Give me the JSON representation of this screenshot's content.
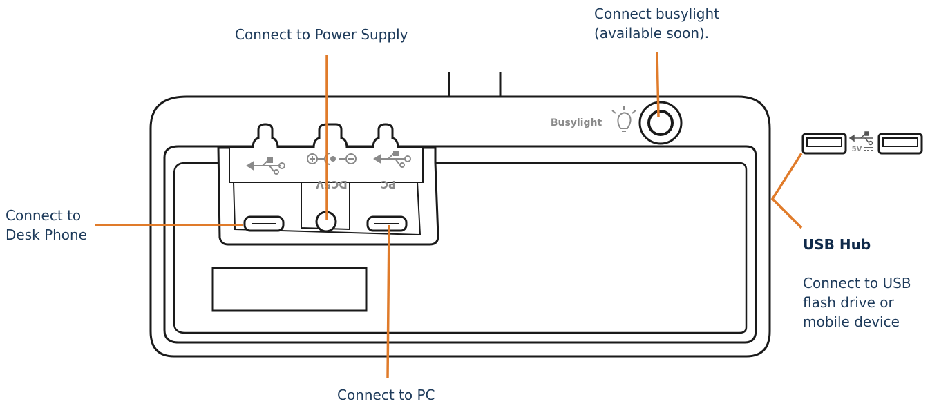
{
  "labels": {
    "power_supply": "Connect to Power Supply",
    "busylight": "Connect busylight\n(available soon).",
    "desk_phone": "Connect to\nDesk Phone",
    "usb_hub_title": "USB Hub",
    "usb_hub_desc": "Connect to USB\nflash drive or\nmobile device",
    "pc": "Connect to PC"
  },
  "device": {
    "busylight_text": "Busylight",
    "dc_label": "DC5V",
    "pc_label": "PC",
    "hub_voltage": "5V"
  },
  "colors": {
    "callout": "#e07b2a",
    "outline": "#1a1a1a",
    "text": "#1d3a5a"
  }
}
